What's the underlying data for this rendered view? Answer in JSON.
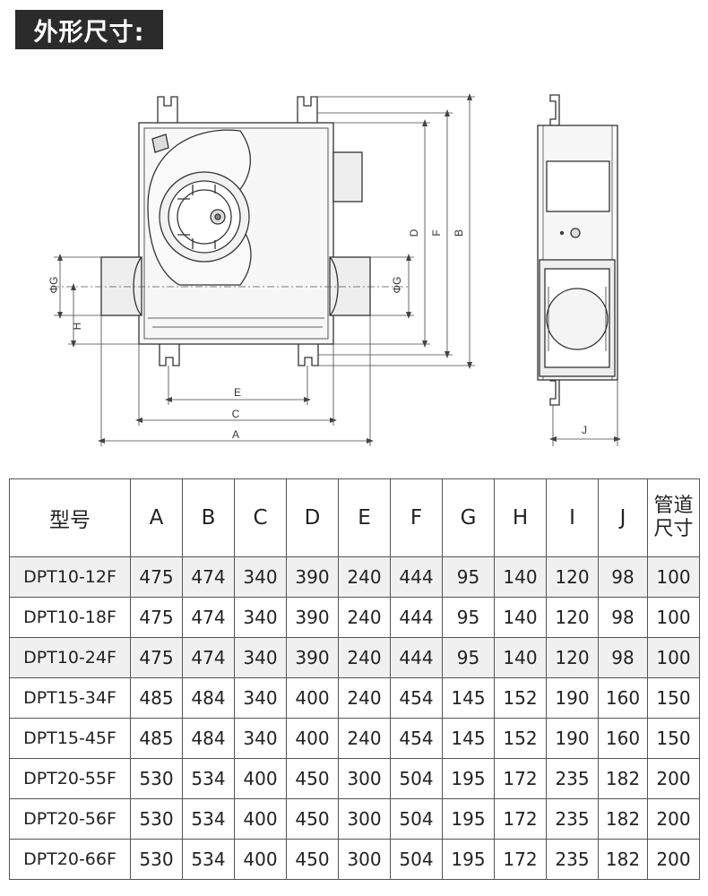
{
  "header": {
    "title": "外形尺寸:"
  },
  "drawing": {
    "dimension_labels": {
      "a": "A",
      "b": "B",
      "c": "C",
      "d": "D",
      "e": "E",
      "f": "F",
      "g_left": "ΦG",
      "g_right": "ΦG",
      "h": "H",
      "j": "J"
    }
  },
  "table": {
    "headers": {
      "model": "型号",
      "a": "A",
      "b": "B",
      "c": "C",
      "d": "D",
      "e": "E",
      "f": "F",
      "g": "G",
      "h": "H",
      "i": "I",
      "j": "J",
      "pipe_line1": "管道",
      "pipe_line2": "尺寸"
    },
    "rows": [
      [
        "DPT10-12F",
        "475",
        "474",
        "340",
        "390",
        "240",
        "444",
        "95",
        "140",
        "120",
        "98",
        "100"
      ],
      [
        "DPT10-18F",
        "475",
        "474",
        "340",
        "390",
        "240",
        "444",
        "95",
        "140",
        "120",
        "98",
        "100"
      ],
      [
        "DPT10-24F",
        "475",
        "474",
        "340",
        "390",
        "240",
        "444",
        "95",
        "140",
        "120",
        "98",
        "100"
      ],
      [
        "DPT15-34F",
        "485",
        "484",
        "340",
        "400",
        "240",
        "454",
        "145",
        "152",
        "190",
        "160",
        "150"
      ],
      [
        "DPT15-45F",
        "485",
        "484",
        "340",
        "400",
        "240",
        "454",
        "145",
        "152",
        "190",
        "160",
        "150"
      ],
      [
        "DPT20-55F",
        "530",
        "534",
        "400",
        "450",
        "300",
        "504",
        "195",
        "172",
        "235",
        "182",
        "200"
      ],
      [
        "DPT20-56F",
        "530",
        "534",
        "400",
        "450",
        "300",
        "504",
        "195",
        "172",
        "235",
        "182",
        "200"
      ],
      [
        "DPT20-66F",
        "530",
        "534",
        "400",
        "450",
        "300",
        "504",
        "195",
        "172",
        "235",
        "182",
        "200"
      ]
    ]
  }
}
